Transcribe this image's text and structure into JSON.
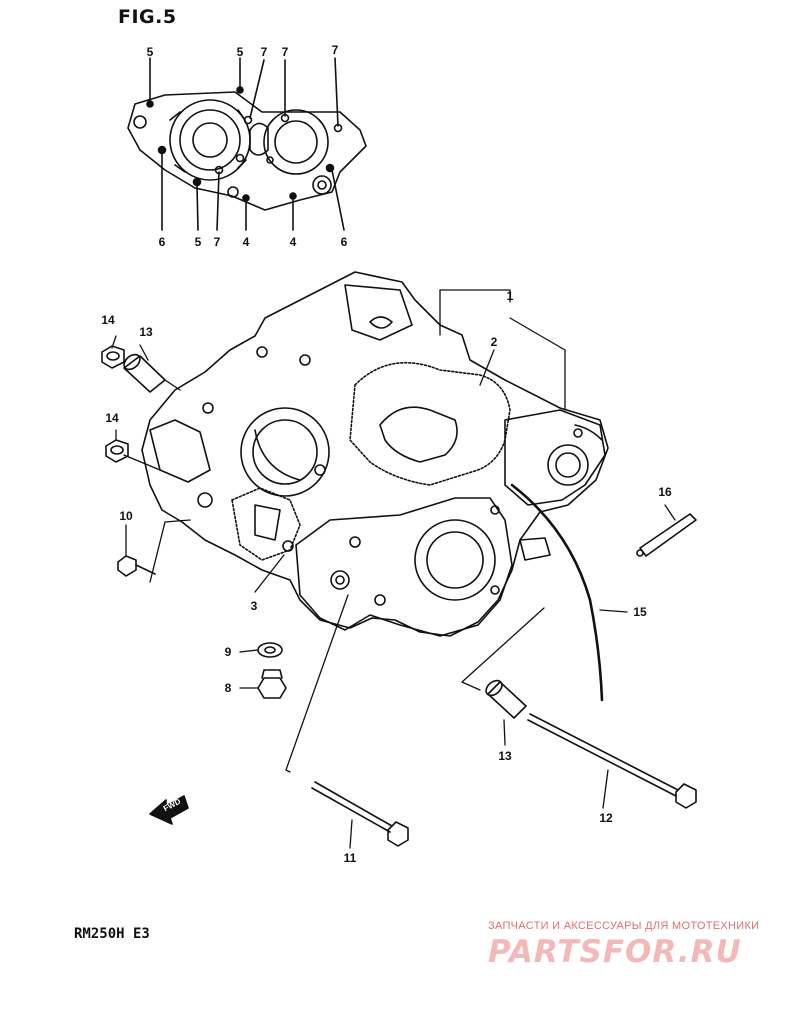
{
  "figure": {
    "title": "FIG.5"
  },
  "model": {
    "label": "RM250H E3"
  },
  "watermark": {
    "tagline": "ЗАПЧАСТИ И АКСЕССУАРЫ ДЛЯ МОТОТЕХНИКИ",
    "logo": "PARTSFOR.RU",
    "color": "#f3b8b8"
  },
  "fwd_arrow": {
    "text": "FWD"
  },
  "callouts": {
    "top_5a": "5",
    "top_5b": "5",
    "top_7a": "7",
    "top_7b": "7",
    "top_7c": "7",
    "bot_6a": "6",
    "bot_5": "5",
    "bot_7": "7",
    "bot_4a": "4",
    "bot_4b": "4",
    "bot_6b": "6",
    "p1": "1",
    "p2": "2",
    "p3": "3",
    "p8": "8",
    "p9": "9",
    "p10": "10",
    "p11": "11",
    "p12": "12",
    "p13a": "13",
    "p13b": "13",
    "p14a": "14",
    "p14b": "14",
    "p15": "15",
    "p16": "16"
  }
}
